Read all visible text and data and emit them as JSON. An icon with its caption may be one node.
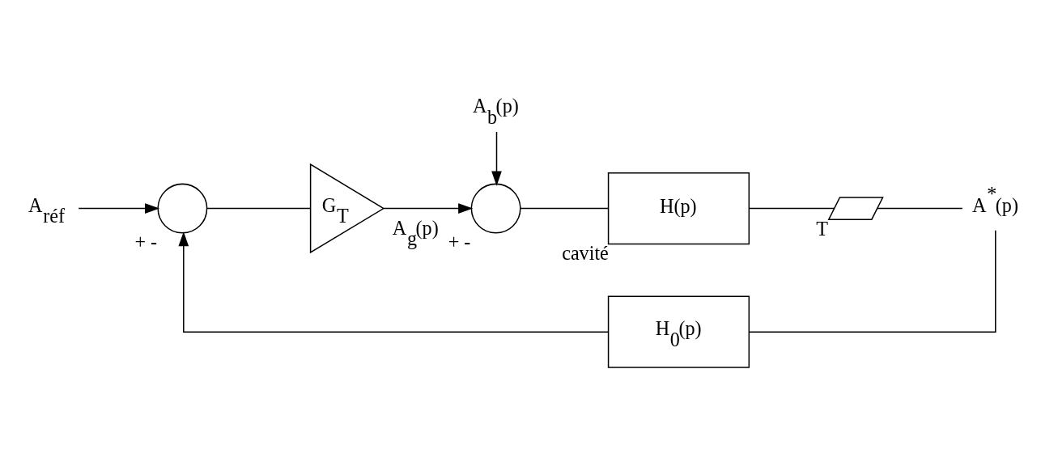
{
  "diagram": {
    "nodes": [
      {
        "text": [
          "A$_{réf}$"
        ]
      },
      {
        "text": [],
        "shape": "circle",
        "beside": [
          "+",
          "-"
        ]
      },
      {
        "text": [
          "G$_{T}$"
        ]
      },
      {
        "text": [],
        "shape": "circle",
        "beside": [
          "+",
          "-"
        ]
      },
      {
        "text": [
          "A$_{b}$(p)"
        ]
      },
      {
        "text": [
          "H(p)"
        ],
        "beside": [
          "cavité"
        ]
      },
      {
        "text": [],
        "shape": "switch",
        "beside": [
          "T"
        ]
      },
      {
        "text": [
          "A$^{*}$(p)"
        ]
      },
      {
        "text": [
          "H$_{0}$(p)"
        ]
      }
    ],
    "edges": [
      {
        "from": 0,
        "to": 1,
        "arrow": "to"
      },
      {
        "from": 1,
        "to": 2,
        "arrow": "none"
      },
      {
        "from": 2,
        "to": 3,
        "arrow": "to",
        "label": "A$_{g}$(p)"
      },
      {
        "from": 4,
        "to": 3,
        "arrow": "to"
      },
      {
        "from": 3,
        "to": 5,
        "arrow": "none"
      },
      {
        "from": 5,
        "to": 6,
        "arrow": "none"
      },
      {
        "from": 6,
        "to": 7,
        "arrow": "none"
      },
      {
        "from": 7,
        "to": 8,
        "arrow": "none"
      },
      {
        "from": 8,
        "to": 1,
        "arrow": "to"
      }
    ]
  }
}
